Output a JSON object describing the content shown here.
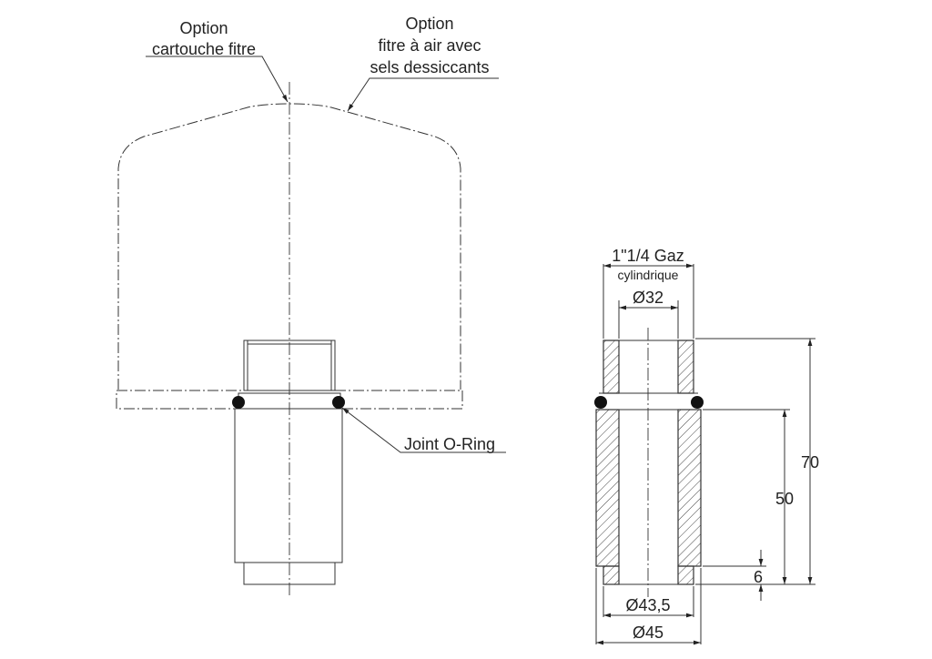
{
  "annotations": {
    "cartridge_option_line1": "Option",
    "cartridge_option_line2": "cartouche fitre",
    "dessicant_option_line1": "Option",
    "dessicant_option_line2": "fitre à air avec",
    "dessicant_option_line3": "sels dessiccants",
    "oring_label": "Joint O-Ring"
  },
  "dimensions": {
    "thread_label": "1\"1/4 Gaz",
    "thread_sublabel": "cylindrique",
    "inner_diameter": "Ø32",
    "outer_diameter_small": "Ø43,5",
    "outer_diameter": "Ø45",
    "total_height": "70",
    "body_height": "50",
    "bottom_step": "6"
  }
}
